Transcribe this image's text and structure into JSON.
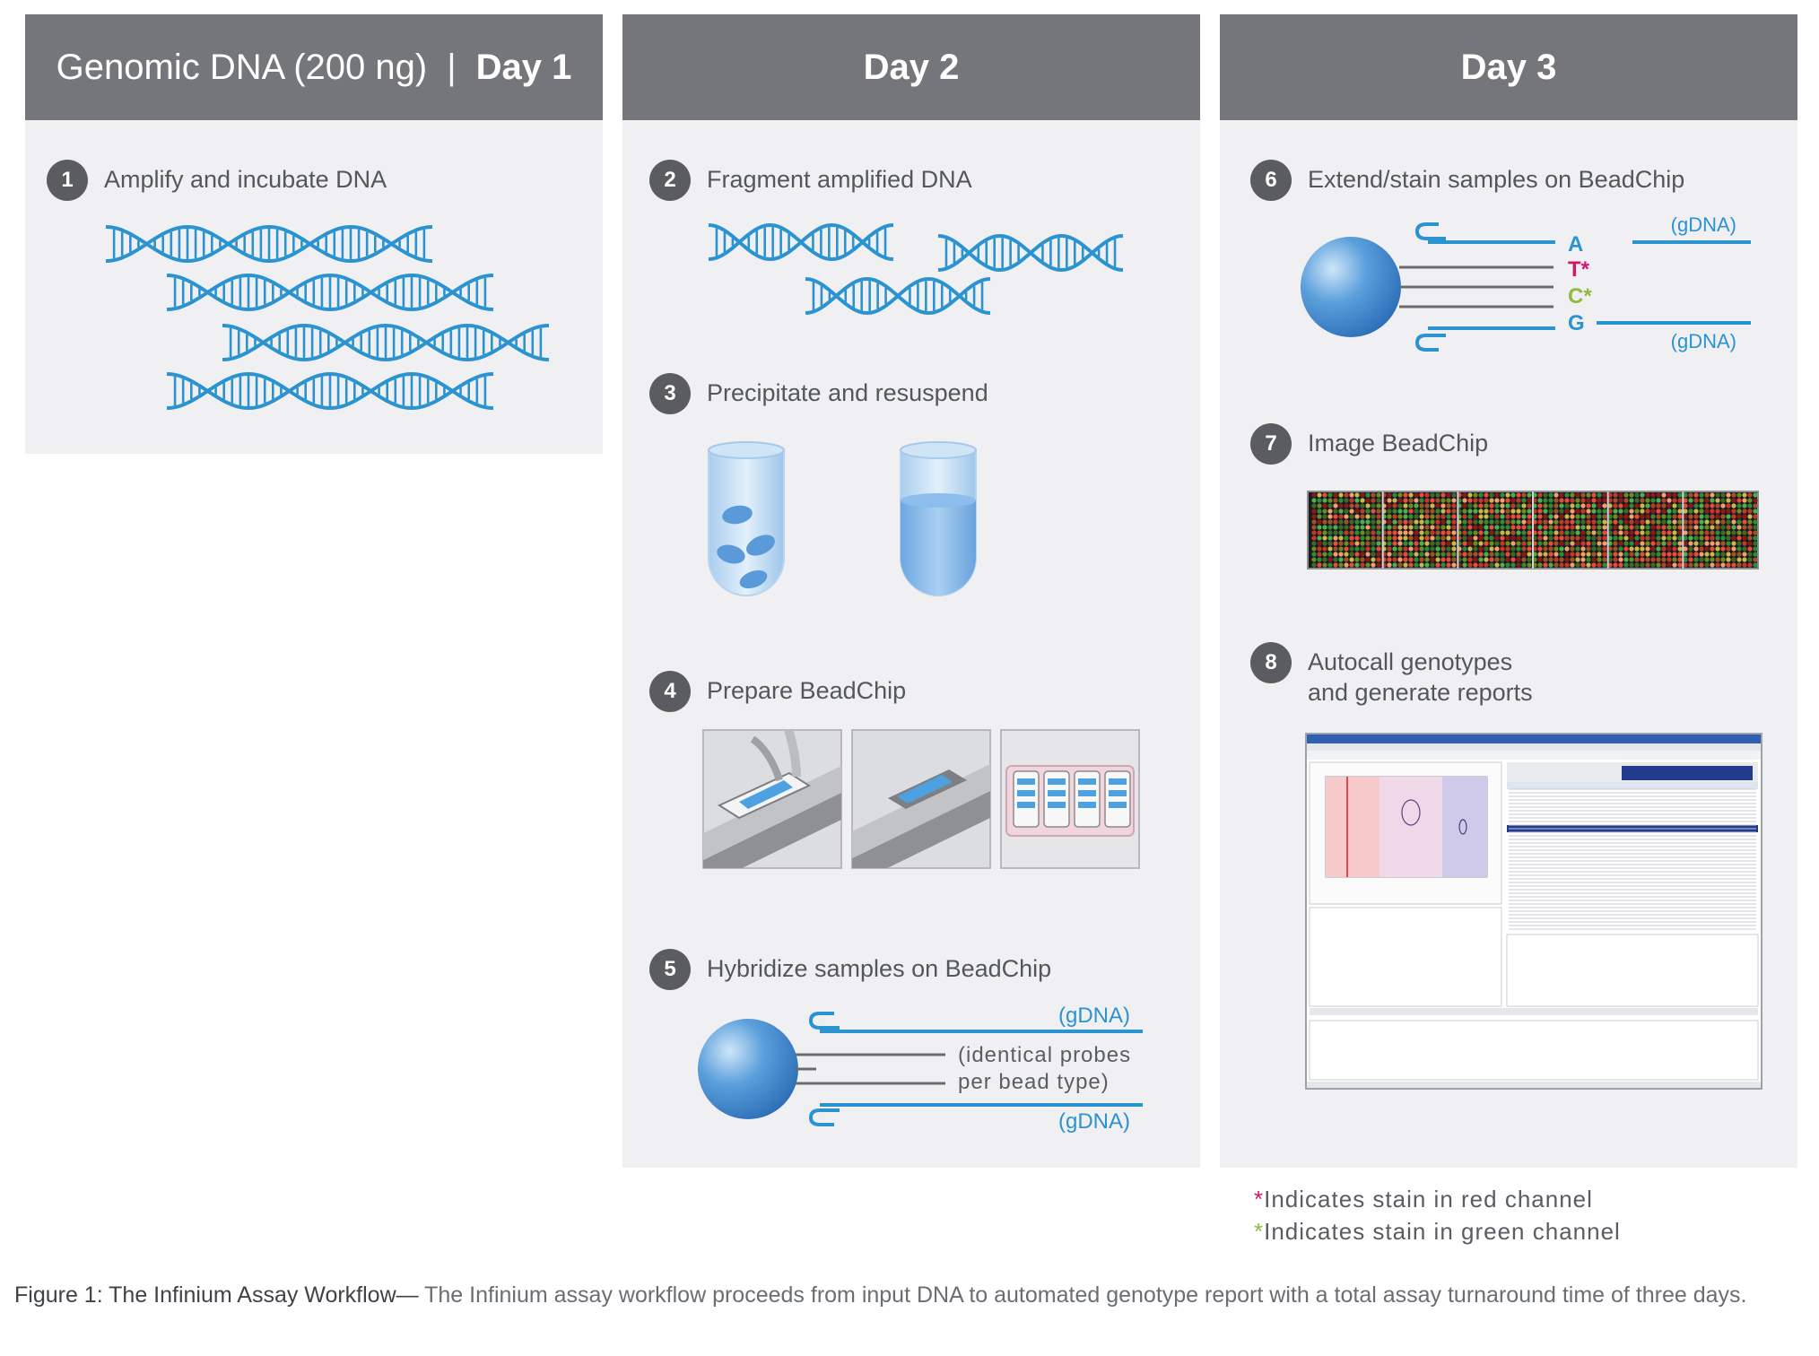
{
  "columns": {
    "day1": {
      "title": "Genomic DNA (200 ng)",
      "separator": "|",
      "day": "Day 1"
    },
    "day2": {
      "day": "Day 2"
    },
    "day3": {
      "day": "Day 3"
    }
  },
  "steps": [
    {
      "num": "1",
      "label": "Amplify and incubate DNA"
    },
    {
      "num": "2",
      "label": "Fragment amplified DNA"
    },
    {
      "num": "3",
      "label": "Precipitate and resuspend"
    },
    {
      "num": "4",
      "label": "Prepare BeadChip"
    },
    {
      "num": "5",
      "label": "Hybridize samples on BeadChip"
    },
    {
      "num": "6",
      "label": "Extend/stain samples on BeadChip"
    },
    {
      "num": "7",
      "label": "Image BeadChip"
    },
    {
      "num": "8",
      "label_line1": "Autocall genotypes",
      "label_line2": "and generate reports"
    }
  ],
  "hybridize": {
    "gdna_top": "(gDNA)",
    "gdna_bottom": "(gDNA)",
    "note_line1": "(identical probes",
    "note_line2": "per bead type)"
  },
  "extend": {
    "gdna_top": "(gDNA)",
    "gdna_bottom": "(gDNA)",
    "bases": [
      "A",
      "T*",
      "C*",
      "G"
    ]
  },
  "legend": {
    "red_marker": "*",
    "red_text": "Indicates stain in red channel",
    "green_marker": "*",
    "green_text": "Indicates stain in green channel"
  },
  "caption": {
    "title": "Figure 1: The Infinium Assay Workflow—",
    "text": " The Infinium assay workflow proceeds from input DNA to automated genotype report with a total assay turnaround time of three days."
  },
  "colors": {
    "header": "#75767b",
    "panel": "#f0f0f3",
    "dna_blue": "#2a93d0",
    "red_stain": "#d0176c",
    "green_stain": "#8dbb3c"
  }
}
